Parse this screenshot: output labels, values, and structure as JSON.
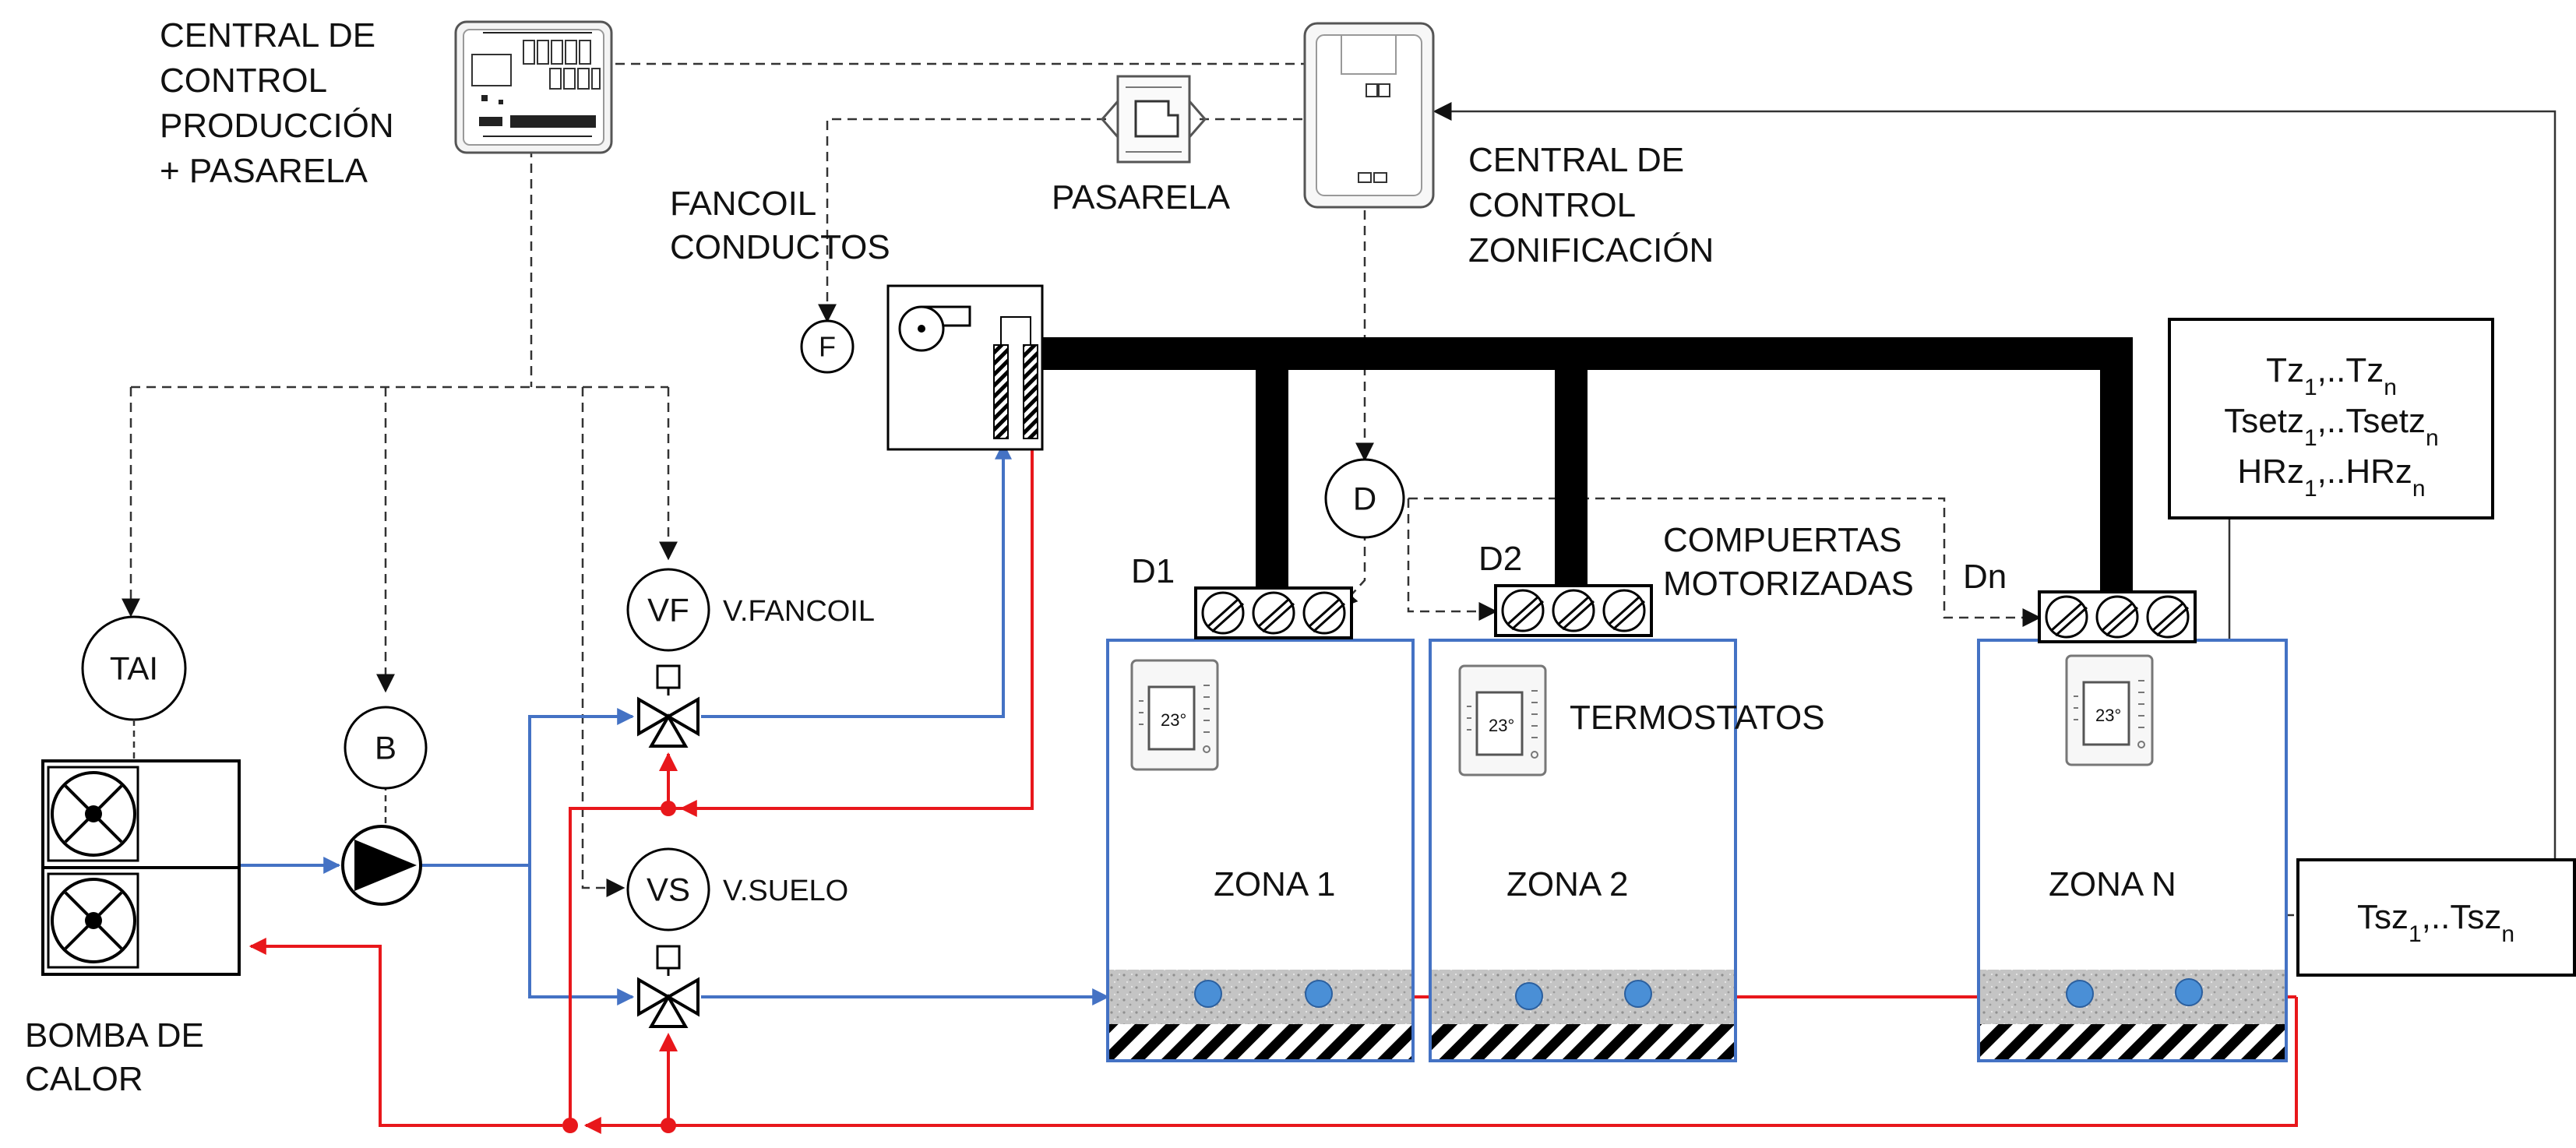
{
  "labels": {
    "central_produccion": [
      "CENTRAL DE",
      "CONTROL",
      "PRODUCCIÓN",
      "+ PASARELA"
    ],
    "pasarela": "PASARELA",
    "central_zonificacion": [
      "CENTRAL DE",
      "CONTROL",
      "ZONIFICACIÓN"
    ],
    "fancoil_conductos": [
      "FANCOIL",
      "CONDUCTOS"
    ],
    "bomba_calor": [
      "BOMBA DE",
      "CALOR"
    ],
    "v_fancoil": "V.FANCOIL",
    "v_suelo": "V.SUELO",
    "compuertas": [
      "COMPUERTAS",
      "MOTORIZADAS"
    ],
    "termostatos": "TERMOSTATOS",
    "d1": "D1",
    "d2": "D2",
    "dn": "Dn"
  },
  "circles": {
    "tai": "TAI",
    "b": "B",
    "vf": "VF",
    "vs": "VS",
    "f": "F",
    "d": "D"
  },
  "zones": [
    "ZONA 1",
    "ZONA 2",
    "ZONA N"
  ],
  "thermostat_display": "23°",
  "zone_info_box": {
    "line1": {
      "a": "Tz",
      "s1": "1",
      "mid": ",..Tz",
      "s2": "n"
    },
    "line2": {
      "a": "Tsetz",
      "s1": "1",
      "mid": ",..Tsetz",
      "s2": "n"
    },
    "line3": {
      "a": "HRz",
      "s1": "1",
      "mid": ",..HRz",
      "s2": "n"
    }
  },
  "tsz_box": {
    "a": "Tsz",
    "s1": "1",
    "mid": ",..Tsz",
    "s2": "n"
  },
  "colors": {
    "supply": "#4472c4",
    "return": "#e8171b",
    "zone_border": "#4472c4",
    "duct": "#000000",
    "sensor_dot": "#4a8fd6"
  }
}
